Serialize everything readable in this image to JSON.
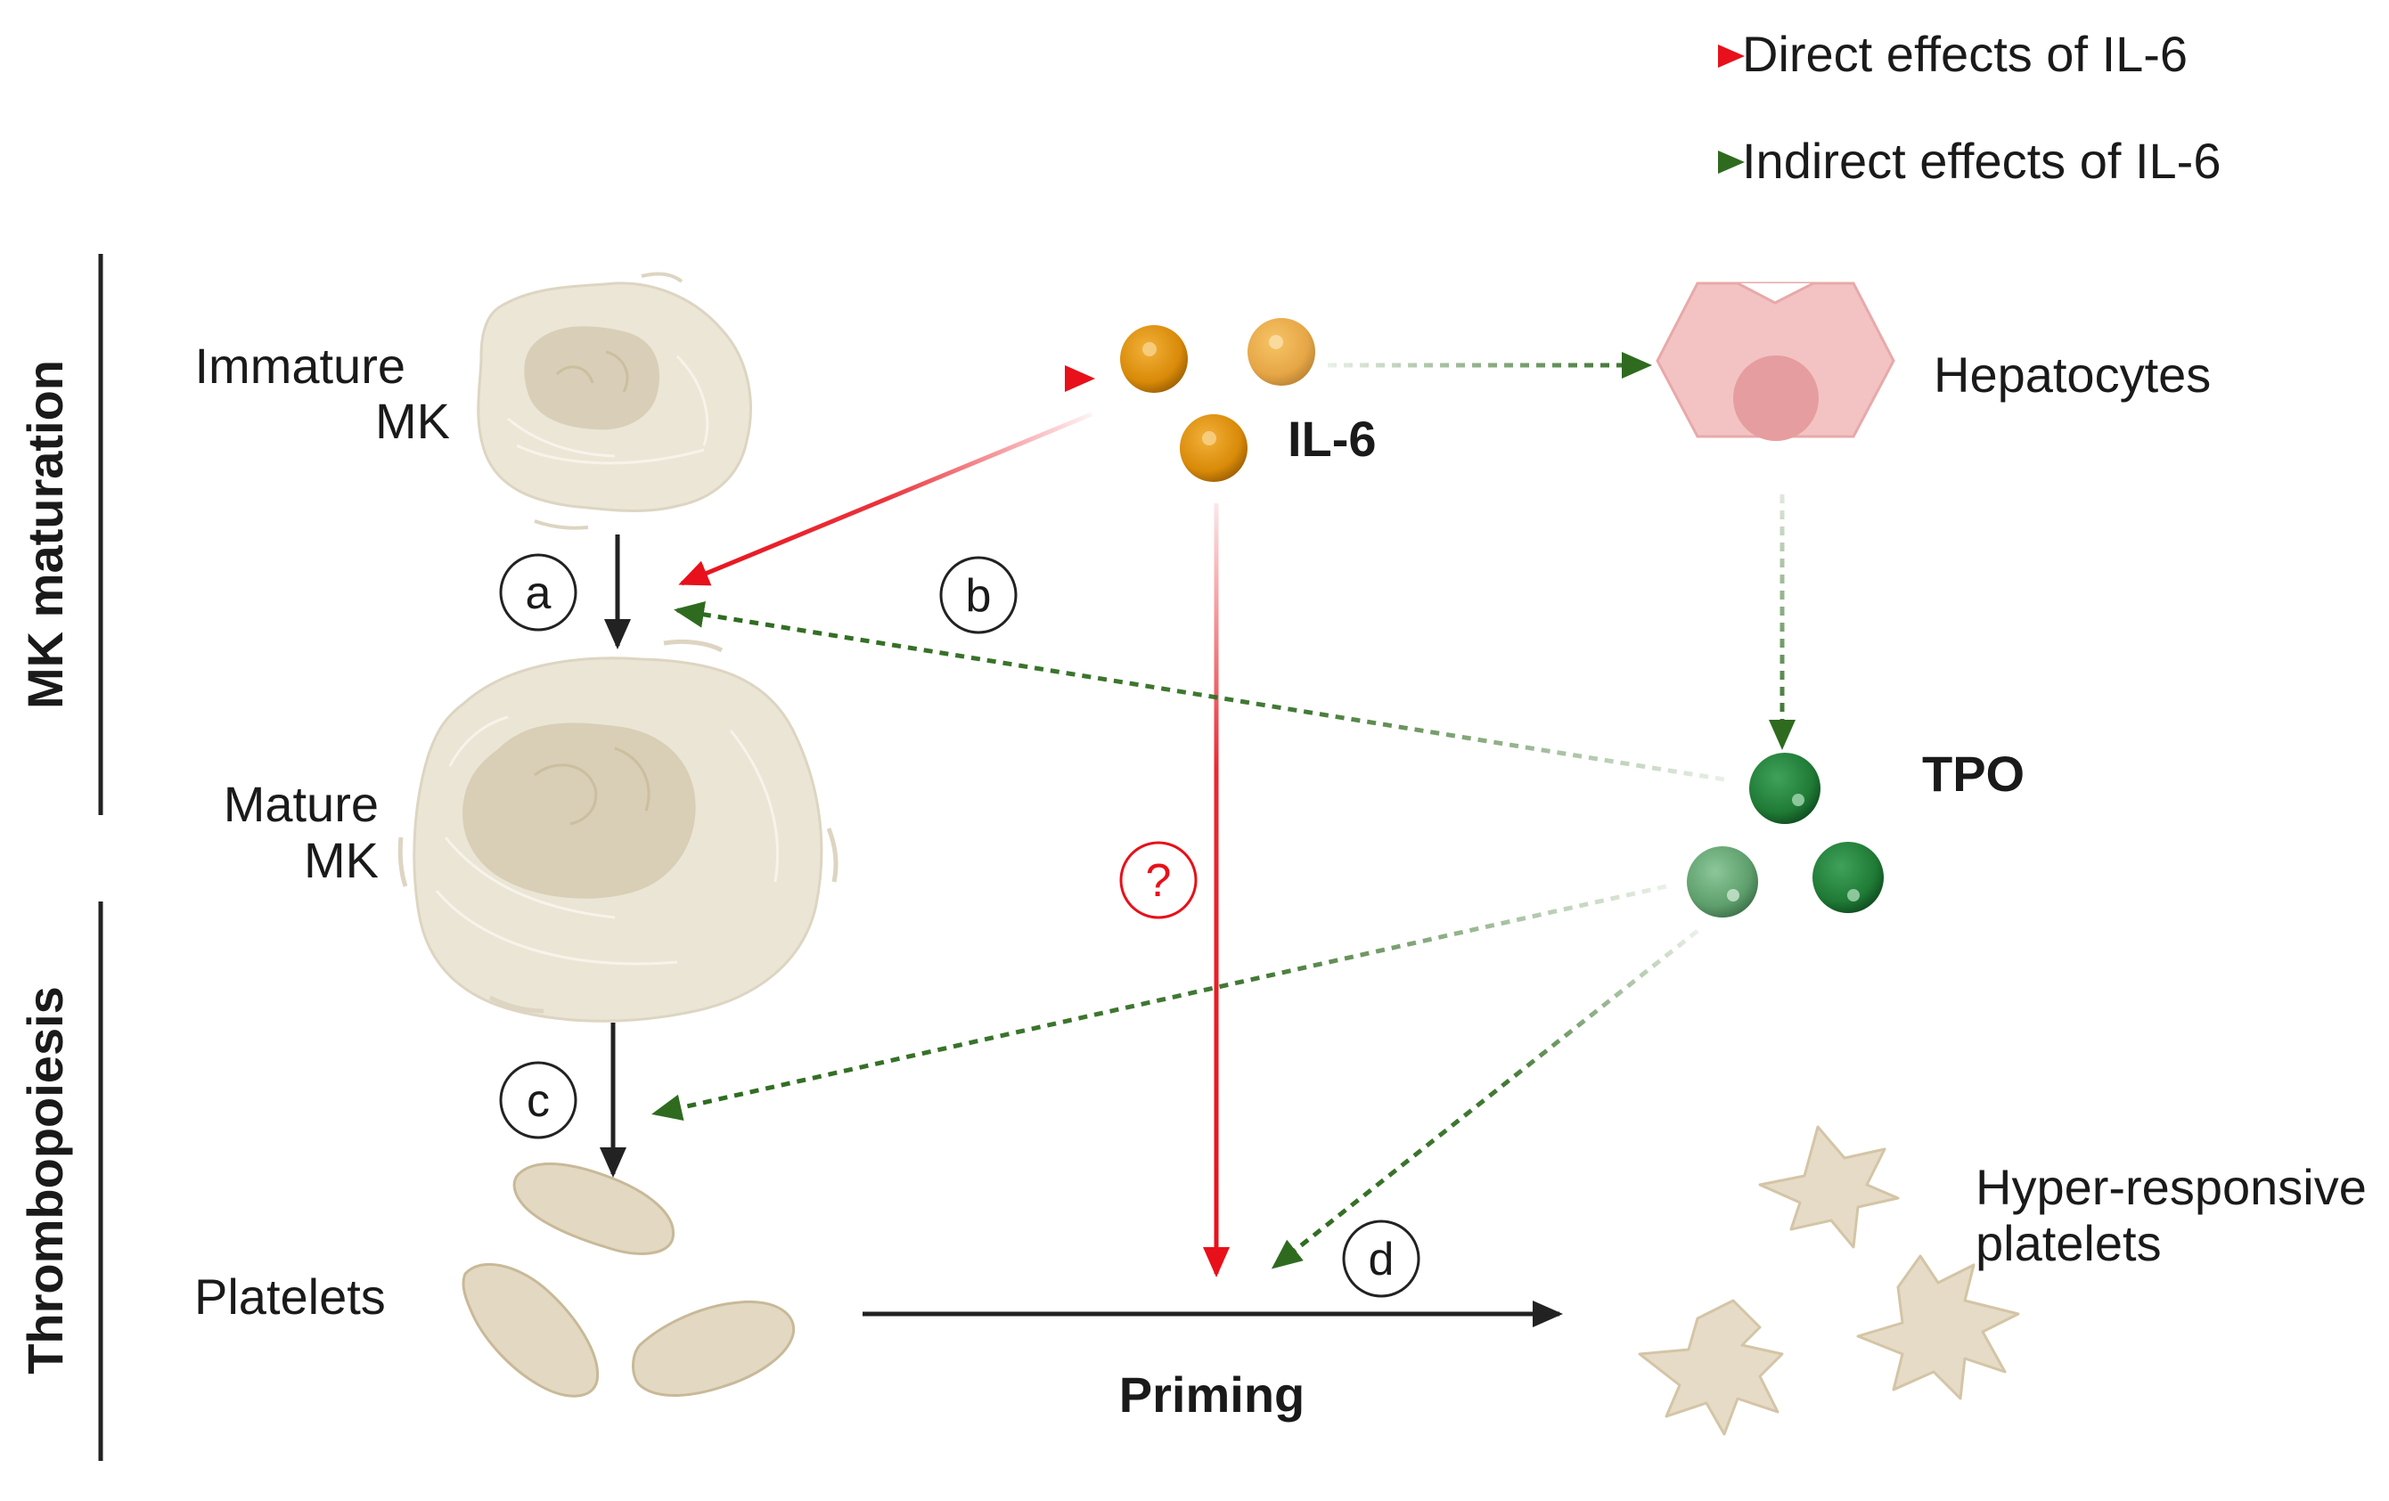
{
  "legend": {
    "direct": "Direct effects of IL-6",
    "indirect": "Indirect effects of IL-6"
  },
  "sections": {
    "maturation": "MK maturation",
    "thrombopoiesis": "Thrombopoiesis"
  },
  "labels": {
    "immature_mk_line1": "Immature",
    "immature_mk_line2": "MK",
    "mature_mk_line1": "Mature",
    "mature_mk_line2": "MK",
    "platelets": "Platelets",
    "il6": "IL-6",
    "hepatocytes": "Hepatocytes",
    "tpo": "TPO",
    "hyper_line1": "Hyper-responsive",
    "hyper_line2": "platelets",
    "priming": "Priming"
  },
  "steps": {
    "a": "a",
    "b": "b",
    "c": "c",
    "d": "d",
    "question": "?"
  },
  "colors": {
    "direct_arrow": "#e8101a",
    "indirect_arrow": "#2e6b1f",
    "black_arrow": "#222222",
    "mk_cell": "#ece6d8",
    "mk_nucleus": "#d6cbb3",
    "il6": "#d98e0b",
    "tpo": "#1f7a35",
    "hepatocyte": "#f2c4c4",
    "platelet": "#e3d8c4"
  }
}
